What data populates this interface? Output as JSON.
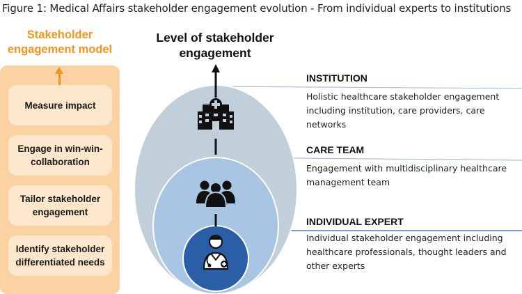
{
  "figure_title": "Figure 1: Medical Affairs stakeholder engagement evolution - From individual experts to institutions",
  "engagement_model": {
    "title": "Stakeholder engagement model",
    "steps": [
      "Measure impact",
      "Engage in win-win-collaboration",
      "Tailor stakeholder engagement",
      "Identify stakeholder differentiated needs"
    ]
  },
  "engagement_level": {
    "title": "Level of stakeholder engagement",
    "levels": [
      {
        "name": "INSTITUTION",
        "description": "Holistic healthcare stakeholder engagement including institution, care providers, care networks",
        "icon": "hospital-icon",
        "color": "#c1cfdb"
      },
      {
        "name": "CARE TEAM",
        "description": "Engagement with multidisciplinary healthcare management team",
        "icon": "group-icon",
        "color": "#a8c6e4"
      },
      {
        "name": "INDIVIDUAL EXPERT",
        "description": "Individual stakeholder engagement including healthcare professionals, thought leaders and other experts",
        "icon": "doctor-icon",
        "color": "#2a5fa8"
      }
    ]
  },
  "colors": {
    "accent_orange": "#f5931f",
    "panel_orange": "#fbd3a3",
    "step_fill": "#fde7cc",
    "institution_fill": "#c1cfdb",
    "care_team_fill": "#a8c6e4",
    "expert_fill": "#2a5fa8"
  }
}
